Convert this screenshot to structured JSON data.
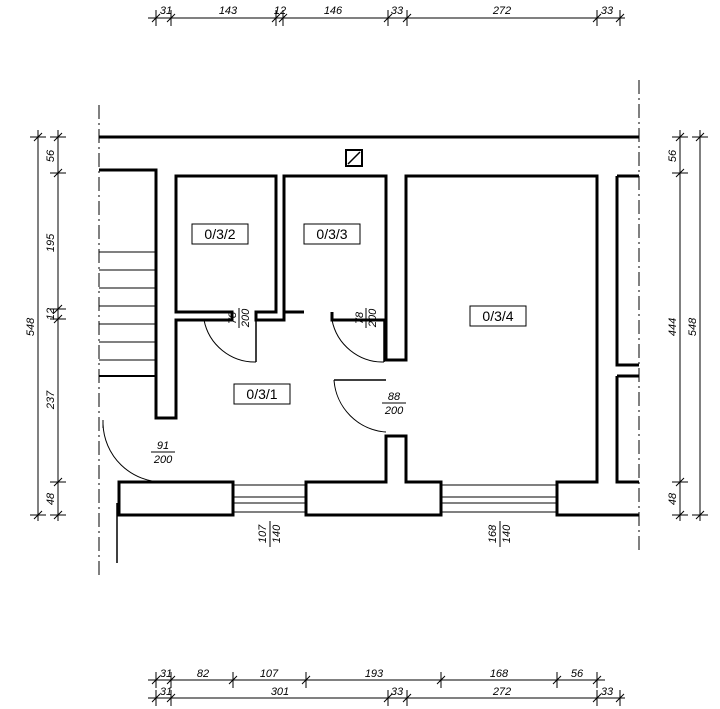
{
  "dimensions": {
    "top": [
      "31",
      "143",
      "12",
      "146",
      "33",
      "272",
      "33"
    ],
    "bottom_row1": [
      "31",
      "82",
      "107",
      "193",
      "168",
      "56"
    ],
    "bottom_row2": [
      "31",
      "301",
      "33",
      "272",
      "33"
    ],
    "left": [
      "56",
      "195",
      "12",
      "237",
      "48"
    ],
    "left_total": "548",
    "right": [
      "56",
      "444",
      "48"
    ],
    "right_total": "548"
  },
  "rooms": [
    "0/3/1",
    "0/3/2",
    "0/3/3",
    "0/3/4"
  ],
  "doors": {
    "d1_top": "78",
    "d1_bottom": "200",
    "d2_top": "78",
    "d2_bottom": "200",
    "d3_top": "88",
    "d3_bottom": "200",
    "d4_top": "91",
    "d4_bottom": "200"
  },
  "windows": {
    "w1_top": "107",
    "w1_bottom": "140",
    "w2_top": "168",
    "w2_bottom": "140"
  }
}
